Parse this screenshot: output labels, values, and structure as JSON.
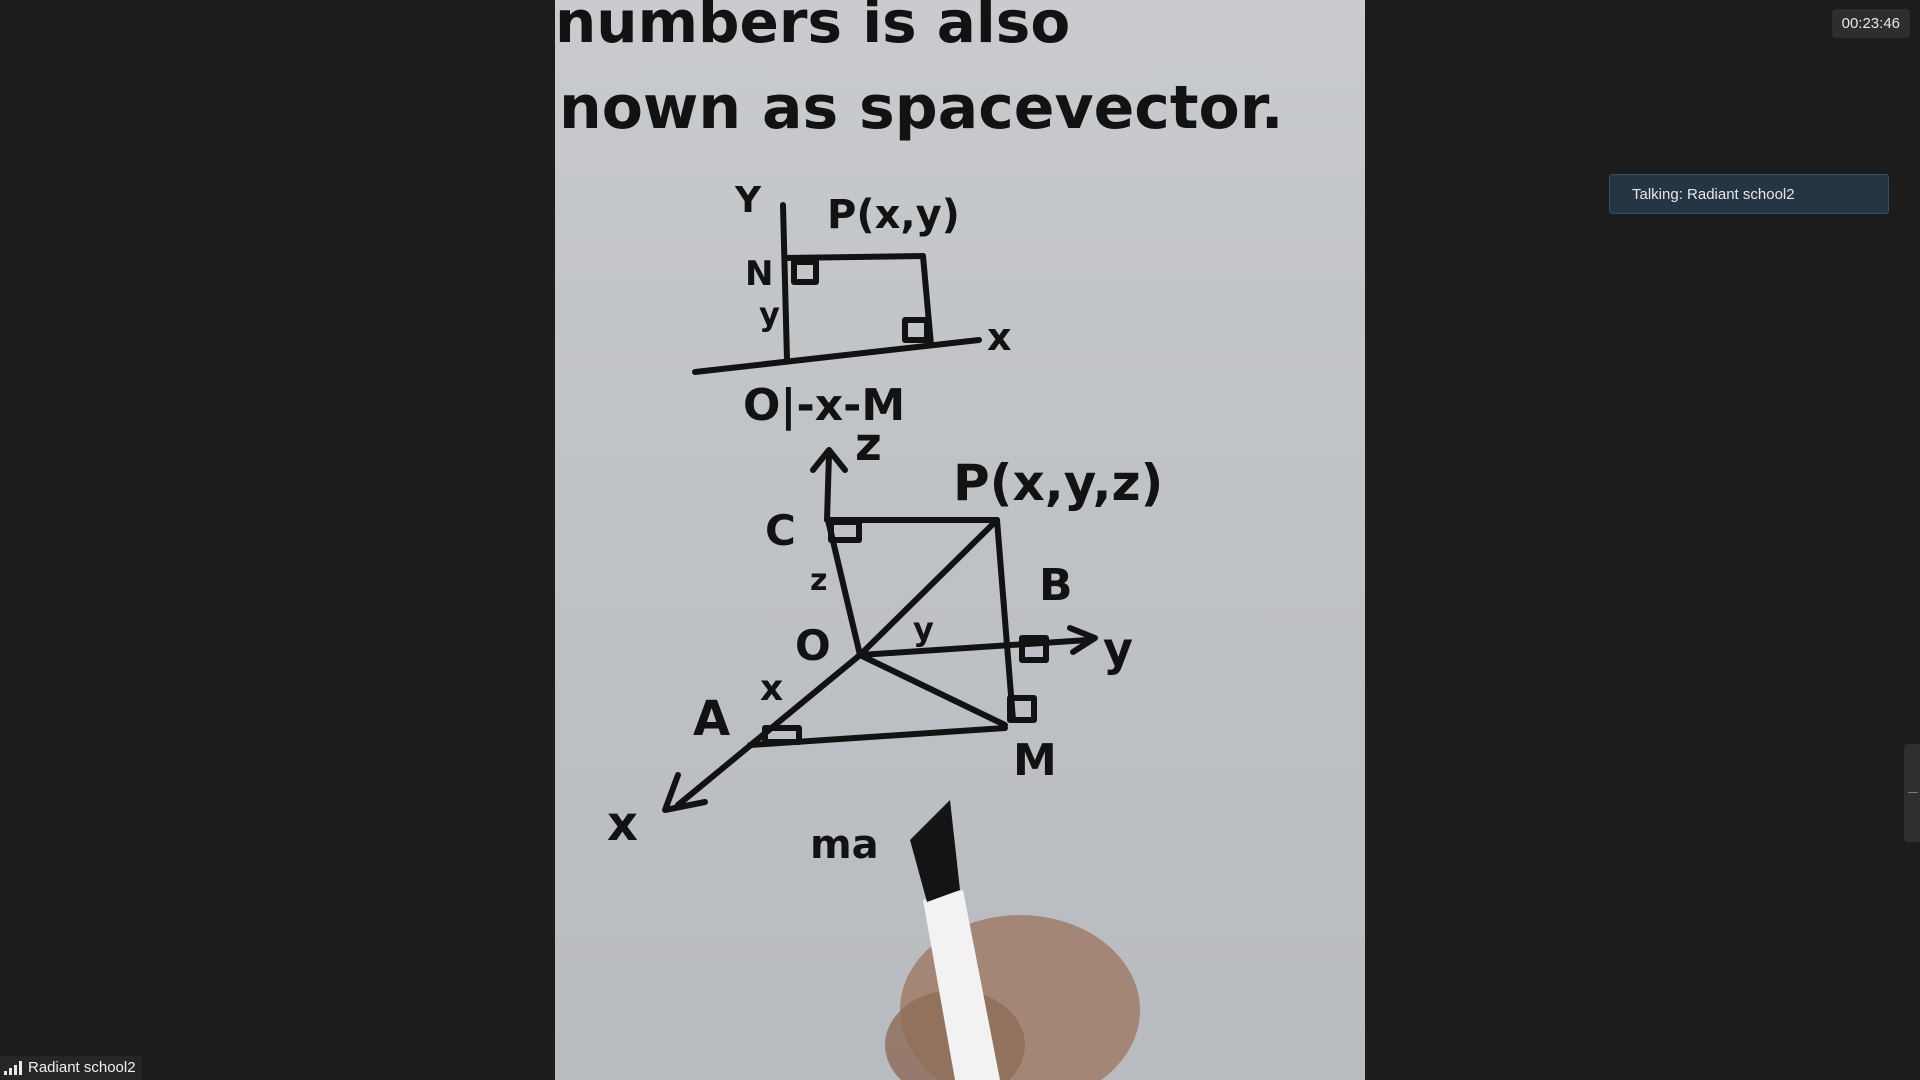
{
  "meeting": {
    "timer": "00:23:46",
    "talking_indicator": "Talking: Radiant school2",
    "participant_name": "Radiant school2"
  },
  "video": {
    "handwriting_line1": "numbers is also",
    "handwriting_line2": "nown as spacevector."
  },
  "icons": {
    "signal": "signal-strength-icon"
  },
  "colors": {
    "background": "#1c1c1c",
    "badge": "#263544",
    "paper": "#c4c6c9",
    "ink": "#121212"
  }
}
